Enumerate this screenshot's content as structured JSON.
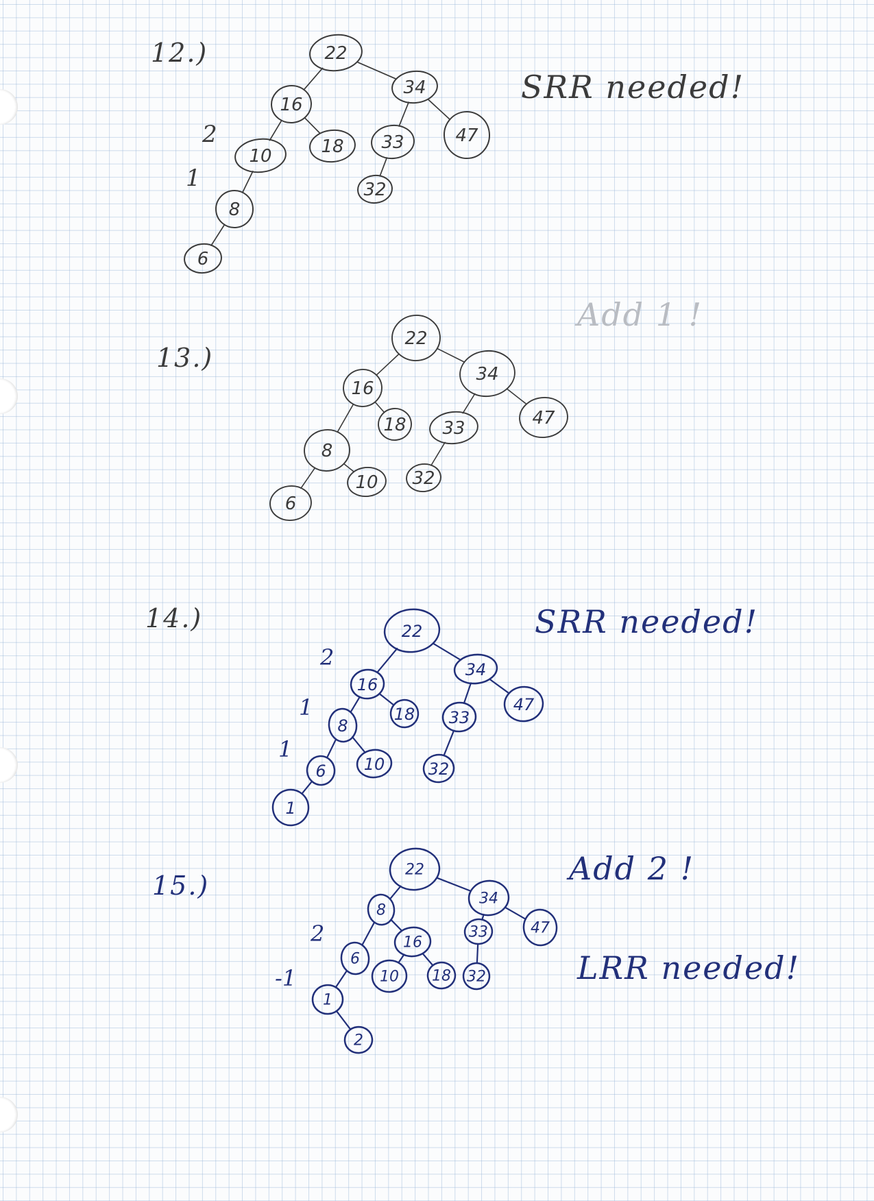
{
  "sections": [
    {
      "id": "s12",
      "label": "12.)",
      "notes": [
        "SRR needed!"
      ],
      "ink": "pencil",
      "nodes": [
        {
          "id": "22",
          "text": "22"
        },
        {
          "id": "16",
          "text": "16"
        },
        {
          "id": "34",
          "text": "34"
        },
        {
          "id": "10",
          "text": "10"
        },
        {
          "id": "18",
          "text": "18"
        },
        {
          "id": "33",
          "text": "33"
        },
        {
          "id": "47",
          "text": "47"
        },
        {
          "id": "8",
          "text": "8"
        },
        {
          "id": "32",
          "text": "32"
        },
        {
          "id": "6",
          "text": "6"
        }
      ],
      "edges": [
        [
          "22",
          "16"
        ],
        [
          "22",
          "34"
        ],
        [
          "16",
          "10"
        ],
        [
          "16",
          "18"
        ],
        [
          "34",
          "33"
        ],
        [
          "34",
          "47"
        ],
        [
          "10",
          "8"
        ],
        [
          "33",
          "32"
        ],
        [
          "8",
          "6"
        ]
      ],
      "balance": [
        {
          "node": "10",
          "text": "2"
        },
        {
          "node": "8",
          "text": "1"
        }
      ]
    },
    {
      "id": "s13",
      "label": "13.)",
      "notes": [
        "Add 1 !"
      ],
      "ink": "pencil",
      "nodes": [
        {
          "id": "22",
          "text": "22"
        },
        {
          "id": "16",
          "text": "16"
        },
        {
          "id": "34",
          "text": "34"
        },
        {
          "id": "18",
          "text": "18"
        },
        {
          "id": "33",
          "text": "33"
        },
        {
          "id": "47",
          "text": "47"
        },
        {
          "id": "8",
          "text": "8"
        },
        {
          "id": "6",
          "text": "6"
        },
        {
          "id": "10",
          "text": "10"
        },
        {
          "id": "32",
          "text": "32"
        }
      ],
      "edges": [
        [
          "22",
          "16"
        ],
        [
          "22",
          "34"
        ],
        [
          "16",
          "8"
        ],
        [
          "16",
          "18"
        ],
        [
          "34",
          "33"
        ],
        [
          "34",
          "47"
        ],
        [
          "8",
          "6"
        ],
        [
          "8",
          "10"
        ],
        [
          "33",
          "32"
        ]
      ],
      "balance": []
    },
    {
      "id": "s14",
      "label": "14.)",
      "notes": [
        "SRR needed!"
      ],
      "ink": "blue",
      "nodes": [
        {
          "id": "22",
          "text": "22"
        },
        {
          "id": "16",
          "text": "16"
        },
        {
          "id": "34",
          "text": "34"
        },
        {
          "id": "8",
          "text": "8"
        },
        {
          "id": "18",
          "text": "18"
        },
        {
          "id": "33",
          "text": "33"
        },
        {
          "id": "47",
          "text": "47"
        },
        {
          "id": "6",
          "text": "6"
        },
        {
          "id": "10",
          "text": "10"
        },
        {
          "id": "32",
          "text": "32"
        },
        {
          "id": "1",
          "text": "1"
        }
      ],
      "edges": [
        [
          "22",
          "16"
        ],
        [
          "22",
          "34"
        ],
        [
          "16",
          "8"
        ],
        [
          "16",
          "18"
        ],
        [
          "34",
          "33"
        ],
        [
          "34",
          "47"
        ],
        [
          "8",
          "6"
        ],
        [
          "8",
          "10"
        ],
        [
          "33",
          "32"
        ],
        [
          "6",
          "1"
        ]
      ],
      "balance": [
        {
          "node": "16",
          "text": "2"
        },
        {
          "node": "8",
          "text": "1"
        },
        {
          "node": "6",
          "text": "1"
        }
      ]
    },
    {
      "id": "s15",
      "label": "15.)",
      "notes": [
        "Add 2 !",
        "LRR needed!"
      ],
      "ink": "blue",
      "nodes": [
        {
          "id": "22",
          "text": "22"
        },
        {
          "id": "8",
          "text": "8"
        },
        {
          "id": "34",
          "text": "34"
        },
        {
          "id": "6",
          "text": "6"
        },
        {
          "id": "16",
          "text": "16"
        },
        {
          "id": "33",
          "text": "33"
        },
        {
          "id": "47",
          "text": "47"
        },
        {
          "id": "1",
          "text": "1"
        },
        {
          "id": "10",
          "text": "10"
        },
        {
          "id": "18",
          "text": "18"
        },
        {
          "id": "32",
          "text": "32"
        },
        {
          "id": "2",
          "text": "2"
        }
      ],
      "edges": [
        [
          "22",
          "8"
        ],
        [
          "22",
          "34"
        ],
        [
          "8",
          "6"
        ],
        [
          "8",
          "16"
        ],
        [
          "34",
          "33"
        ],
        [
          "34",
          "47"
        ],
        [
          "6",
          "1"
        ],
        [
          "16",
          "10"
        ],
        [
          "16",
          "18"
        ],
        [
          "33",
          "32"
        ],
        [
          "1",
          "2"
        ]
      ],
      "balance": [
        {
          "node": "6",
          "text": "2"
        },
        {
          "node": "1",
          "text": "-1"
        }
      ]
    }
  ],
  "colors": {
    "pencil": "#3b3b3b",
    "blue": "#22307a",
    "faint": "#b9bcc2",
    "grid": "#96b4d7"
  }
}
